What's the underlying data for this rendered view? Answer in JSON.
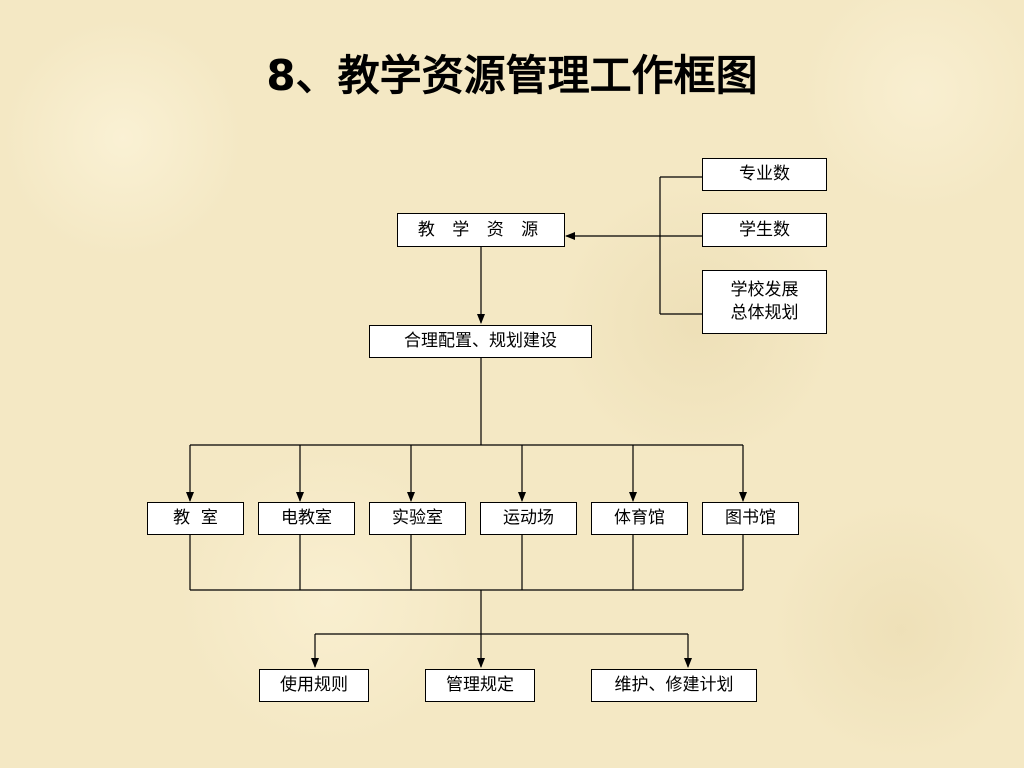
{
  "title": "8、教学资源管理工作框图",
  "nodes": {
    "teaching_resources": "教 学 资 源",
    "major_count": "专业数",
    "student_count": "学生数",
    "school_plan": "学校发展\n总体规划",
    "allocation": "合理配置、规划建设",
    "classroom": "教  室",
    "av_room": "电教室",
    "lab": "实验室",
    "sports_field": "运动场",
    "gymnasium": "体育馆",
    "library": "图书馆",
    "usage_rules": "使用规则",
    "management_rules": "管理规定",
    "maintenance_plan": "维护、修建计划"
  }
}
